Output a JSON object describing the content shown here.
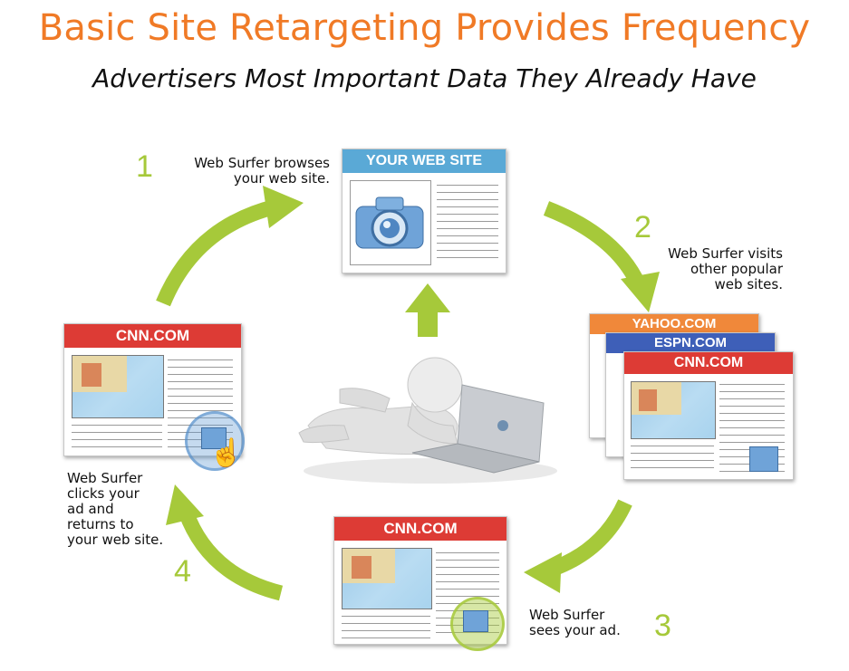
{
  "title": "Basic Site Retargeting Provides Frequency",
  "subtitle": "Advertisers Most Important Data They Already Have",
  "steps": [
    {
      "number": "1",
      "lines": [
        "Web Surfer browses",
        "your web site."
      ]
    },
    {
      "number": "2",
      "lines": [
        "Web Surfer visits",
        "other popular",
        "web sites."
      ]
    },
    {
      "number": "3",
      "lines": [
        "Web Surfer",
        "sees your ad."
      ]
    },
    {
      "number": "4",
      "lines": [
        "Web Surfer",
        "clicks your",
        "ad and",
        "returns to",
        "your web site."
      ]
    }
  ],
  "sites": {
    "your_site": "YOUR WEB SITE",
    "yahoo": "YAHOO.COM",
    "espn": "ESPN.COM",
    "cnn": "CNN.COM"
  },
  "colors": {
    "title": "#f07a26",
    "arrow": "#a6c93a",
    "your_site_header": "#5aa9d6",
    "cnn_header": "#dd3b35",
    "yahoo_header": "#f0883a",
    "espn_header": "#3e5fb8"
  }
}
